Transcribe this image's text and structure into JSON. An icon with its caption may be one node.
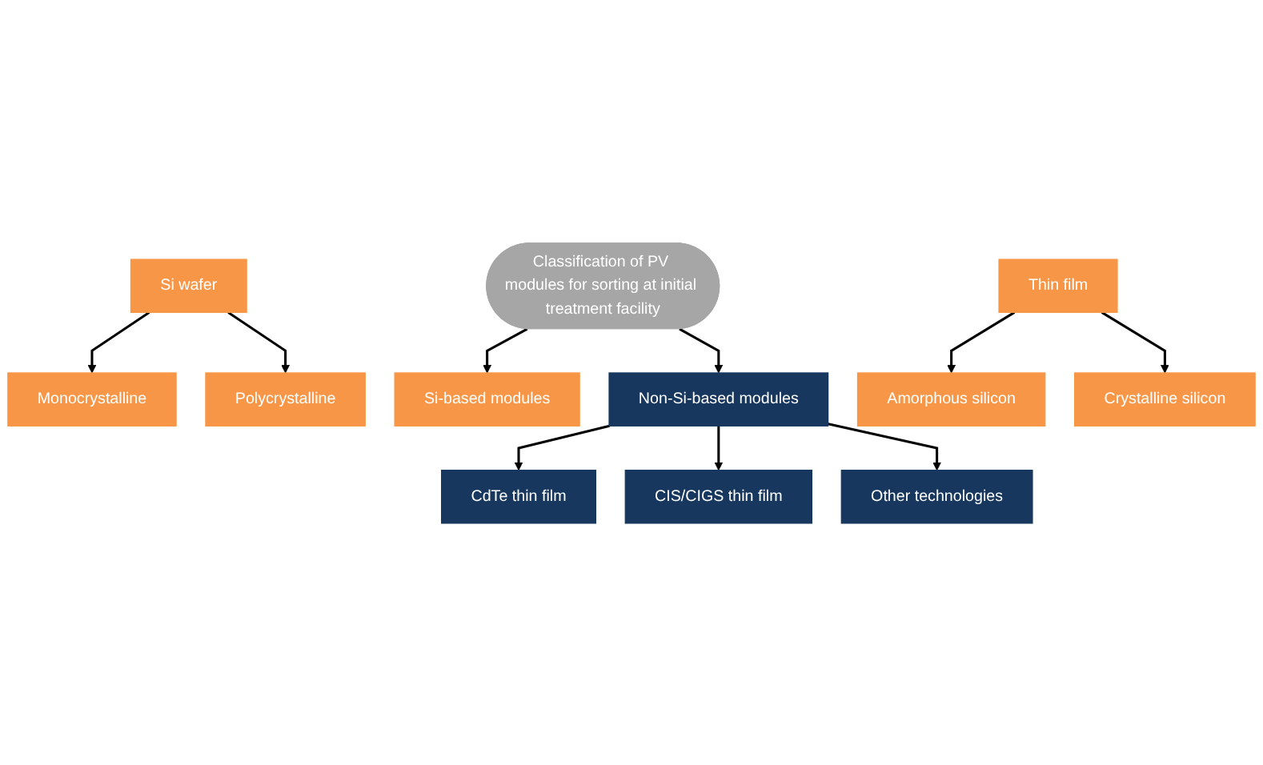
{
  "diagram": {
    "nodes": [
      {
        "text": [
          "Classification of PV modules for sorting at initial treatment facility"
        ]
      },
      {
        "text": [
          "Si-based modules"
        ]
      },
      {
        "text": [
          "Si wafer"
        ]
      },
      {
        "text": [
          "Monocrystalline"
        ]
      },
      {
        "text": [
          "Polycrystalline"
        ]
      },
      {
        "text": [
          "Thin film"
        ]
      },
      {
        "text": [
          "Amorphous silicon"
        ]
      },
      {
        "text": [
          "Crystalline silicon"
        ]
      },
      {
        "text": [
          "Non-Si-based modules"
        ]
      },
      {
        "text": [
          "CdTe thin film"
        ]
      },
      {
        "text": [
          "CIS/CIGS thin film"
        ]
      },
      {
        "text": [
          "Other technologies"
        ]
      }
    ],
    "edges": [
      {
        "from": 0,
        "to": 1,
        "arrow": "to"
      },
      {
        "from": 0,
        "to": 8,
        "arrow": "to"
      },
      {
        "from": 2,
        "to": 3,
        "arrow": "to"
      },
      {
        "from": 2,
        "to": 4,
        "arrow": "to"
      },
      {
        "from": 5,
        "to": 6,
        "arrow": "to"
      },
      {
        "from": 5,
        "to": 7,
        "arrow": "to"
      },
      {
        "from": 8,
        "to": 9,
        "arrow": "to"
      },
      {
        "from": 8,
        "to": 10,
        "arrow": "to"
      },
      {
        "from": 8,
        "to": 11,
        "arrow": "to"
      }
    ]
  }
}
